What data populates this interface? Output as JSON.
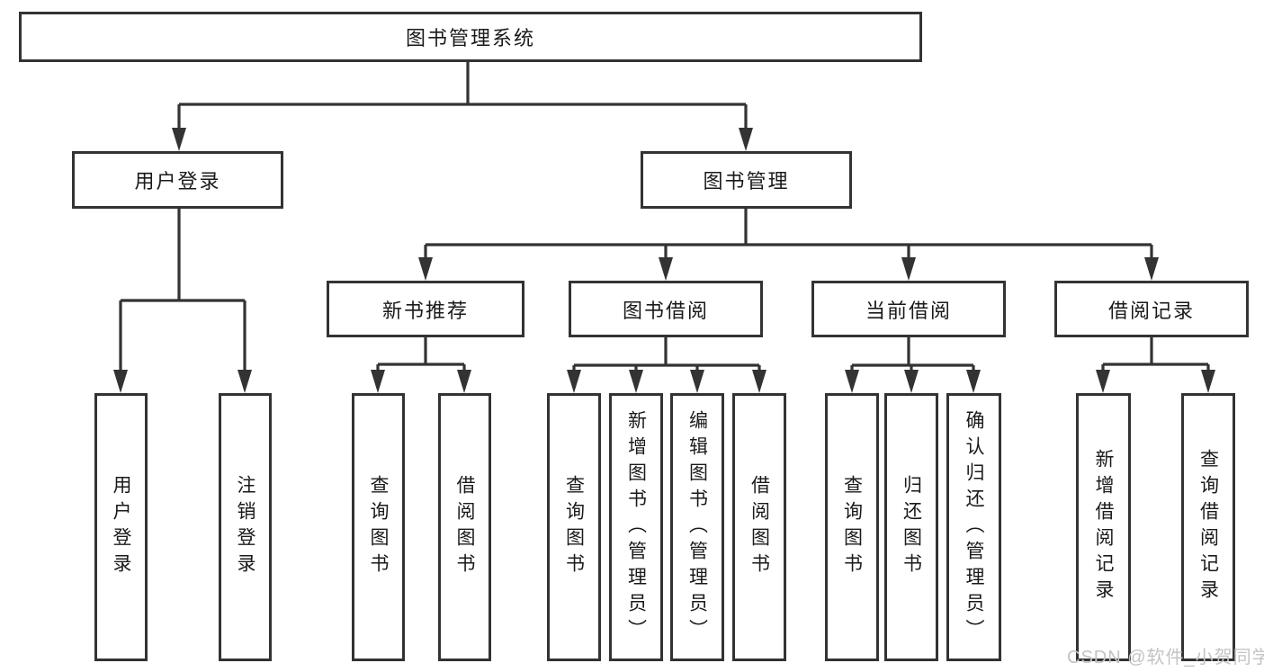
{
  "diagram": {
    "root": {
      "label": "图书管理系统"
    },
    "user_login": {
      "label": "用户登录",
      "leaves": [
        "用户登录",
        "注销登录"
      ]
    },
    "book_mgmt": {
      "label": "图书管理",
      "sections": {
        "new_book": {
          "label": "新书推荐",
          "leaves": [
            "查询图书",
            "借阅图书"
          ]
        },
        "book_borrow": {
          "label": "图书借阅",
          "leaves": [
            "查询图书",
            "新增图书（管理员）",
            "编辑图书（管理员）",
            "借阅图书"
          ]
        },
        "current_borrow": {
          "label": "当前借阅",
          "leaves": [
            "查询图书",
            "归还图书",
            "确认归还（管理员）"
          ]
        },
        "borrow_record": {
          "label": "借阅记录",
          "leaves": [
            "新增借阅记录",
            "查询借阅记录"
          ]
        }
      }
    }
  },
  "watermark": {
    "text": "CSDN @软件_小贺同学"
  },
  "colors": {
    "line": "#333333",
    "text": "#1a1a1a",
    "box-bg": "#ffffff",
    "watermark": "#c3c3c3"
  }
}
